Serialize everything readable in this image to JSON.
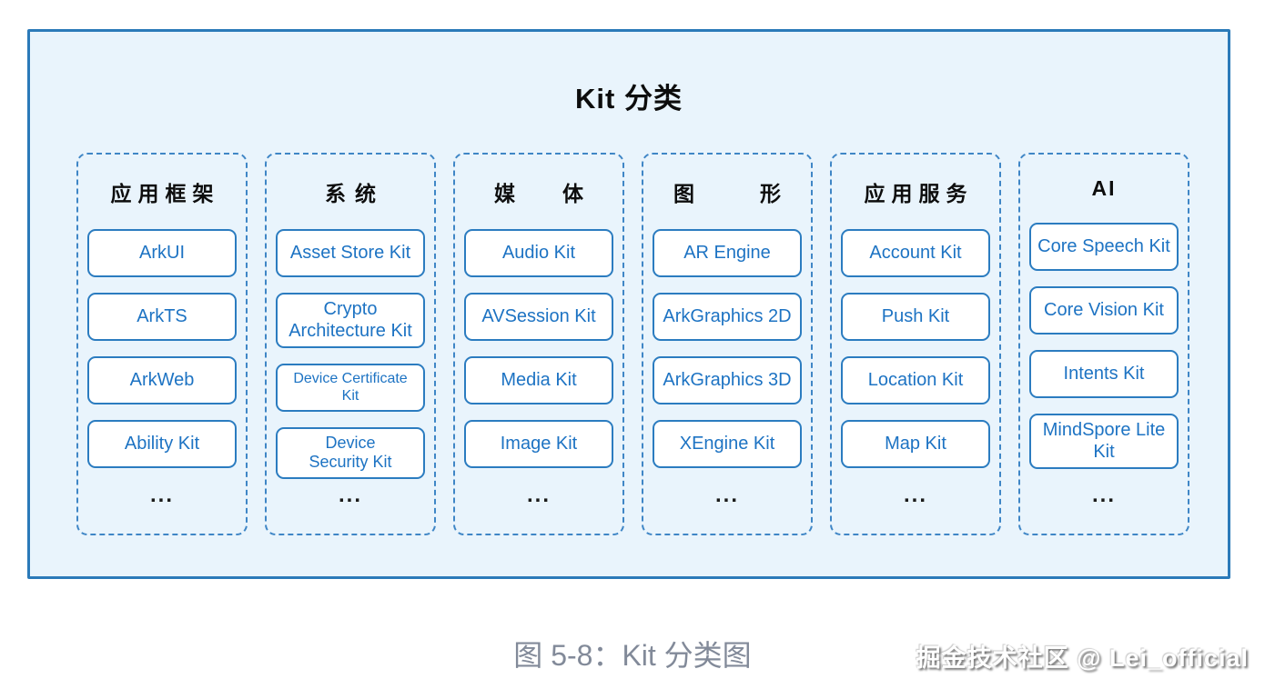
{
  "title": "Kit 分类",
  "ellipsis": "...",
  "caption": "图 5-8：Kit 分类图",
  "watermark": "掘金技术社区 @ Lei_official",
  "colors": {
    "frame_bg": "#e9f4fc",
    "frame_border": "#2b7ab9",
    "column_border": "#3f86c6",
    "box_border": "#2b7cc0",
    "box_text": "#1d73c3",
    "header_text": "#0d0d0d",
    "caption_text": "#828a99"
  },
  "columns": [
    {
      "header": "应用框架",
      "items": [
        "ArkUI",
        "ArkTS",
        "ArkWeb",
        "Ability Kit"
      ]
    },
    {
      "header": "系统",
      "items": [
        "Asset Store Kit",
        "Crypto Architecture Kit",
        "Device Certificate Kit",
        "Device Security Kit"
      ]
    },
    {
      "header": "媒体",
      "items": [
        "Audio Kit",
        "AVSession Kit",
        "Media Kit",
        "Image Kit"
      ]
    },
    {
      "header": "图形",
      "items": [
        "AR Engine",
        "ArkGraphics 2D",
        "ArkGraphics 3D",
        "XEngine Kit"
      ]
    },
    {
      "header": "应用服务",
      "items": [
        "Account Kit",
        "Push Kit",
        "Location Kit",
        "Map Kit"
      ]
    },
    {
      "header": "AI",
      "items": [
        "Core Speech Kit",
        "Core Vision Kit",
        "Intents Kit",
        "MindSpore Lite Kit"
      ]
    }
  ]
}
